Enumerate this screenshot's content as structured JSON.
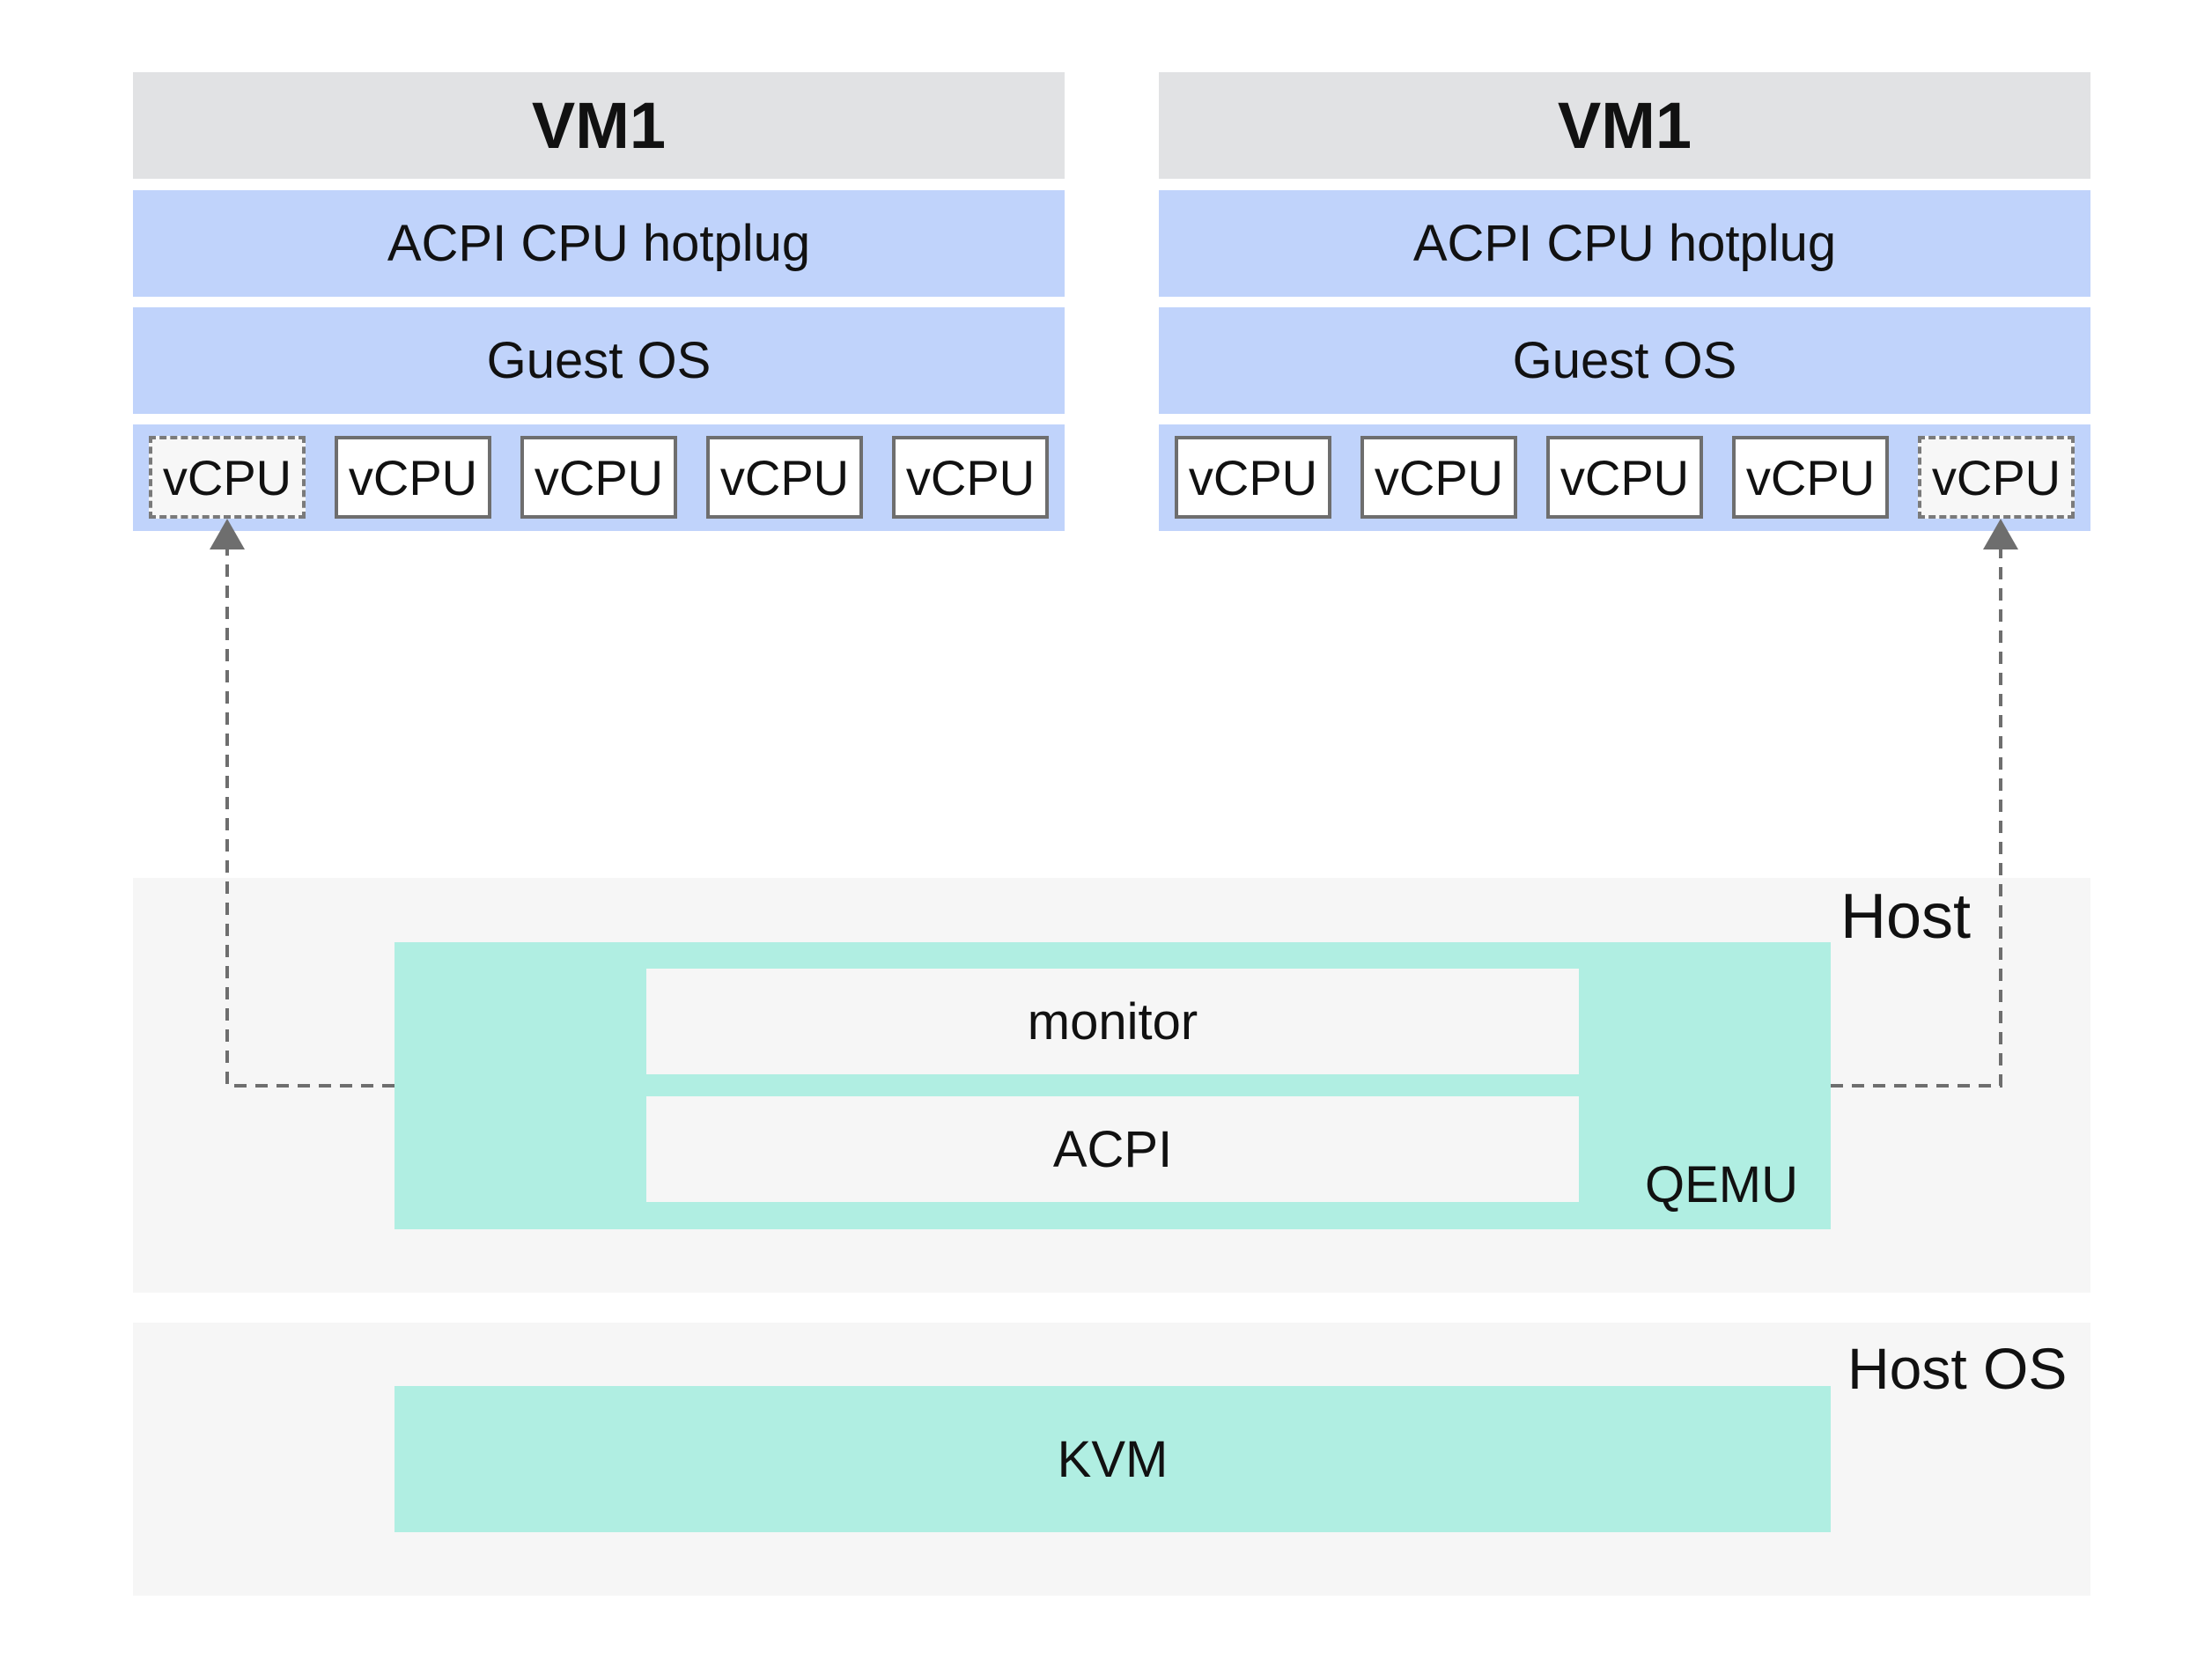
{
  "vms": [
    {
      "title": "VM1",
      "hotplug_label": "ACPI CPU hotplug",
      "guest_os_label": "Guest OS",
      "vcpus": [
        {
          "label": "vCPU",
          "hotplugged": true
        },
        {
          "label": "vCPU",
          "hotplugged": false
        },
        {
          "label": "vCPU",
          "hotplugged": false
        },
        {
          "label": "vCPU",
          "hotplugged": false
        },
        {
          "label": "vCPU",
          "hotplugged": false
        }
      ]
    },
    {
      "title": "VM1",
      "hotplug_label": "ACPI CPU hotplug",
      "guest_os_label": "Guest OS",
      "vcpus": [
        {
          "label": "vCPU",
          "hotplugged": false
        },
        {
          "label": "vCPU",
          "hotplugged": false
        },
        {
          "label": "vCPU",
          "hotplugged": false
        },
        {
          "label": "vCPU",
          "hotplugged": false
        },
        {
          "label": "vCPU",
          "hotplugged": true
        }
      ]
    }
  ],
  "host": {
    "label": "Host",
    "qemu": {
      "label": "QEMU",
      "monitor_label": "monitor",
      "acpi_label": "ACPI"
    }
  },
  "host_os": {
    "label": "Host OS",
    "kvm_label": "KVM"
  },
  "colors": {
    "vm_title_bg": "#e1e2e4",
    "vm_layer_bg": "#c0d3fb",
    "qemu_bg": "#b0eee2",
    "host_bg": "#f6f6f6",
    "connector": "#6e6e6e"
  }
}
